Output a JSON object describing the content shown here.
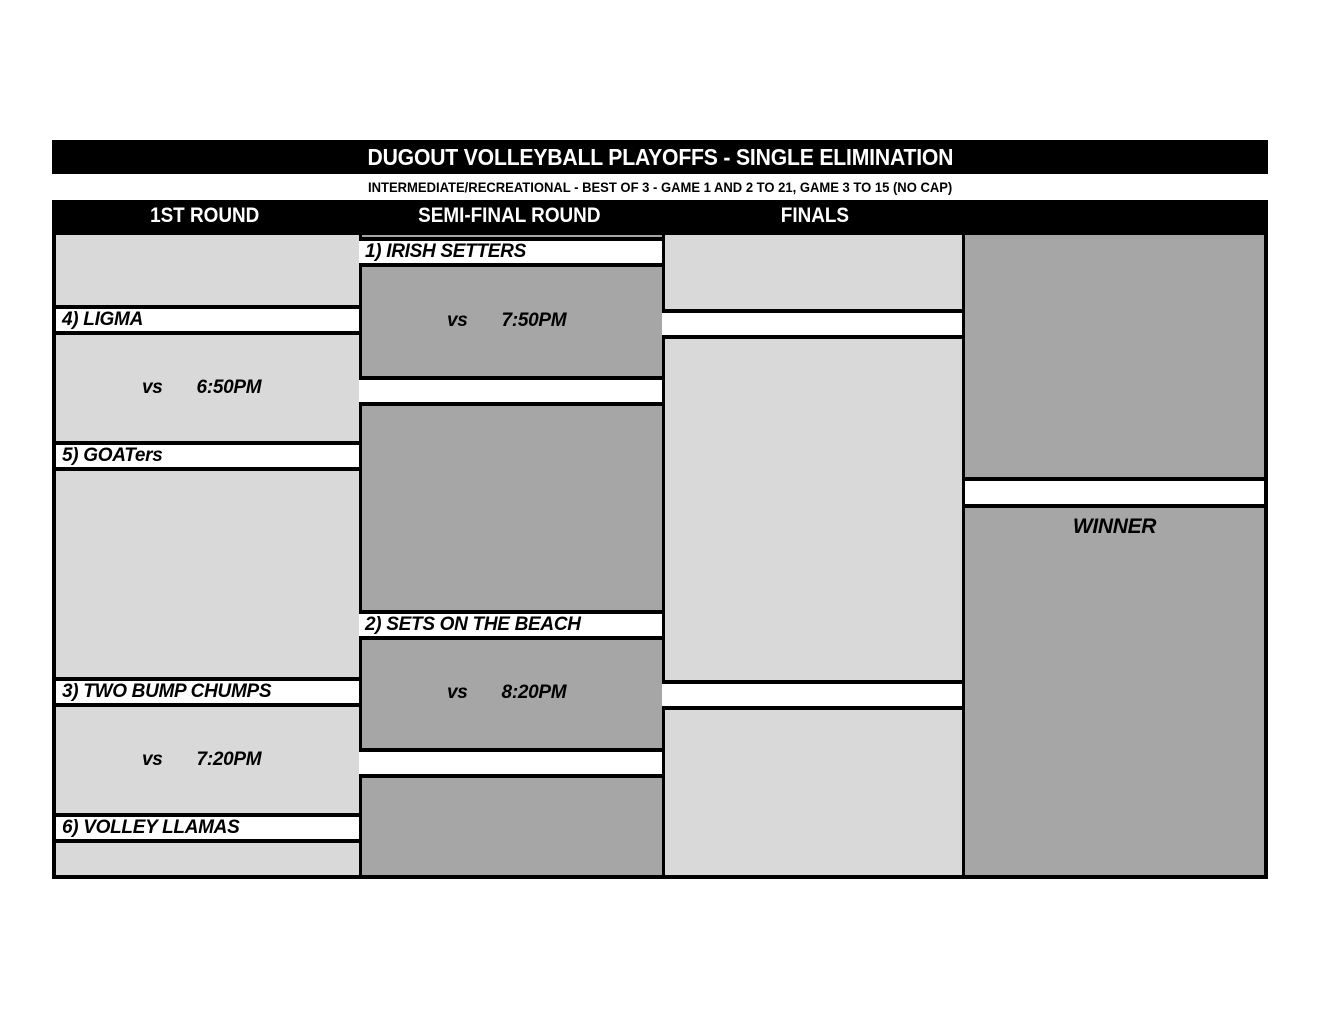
{
  "title": "DUGOUT VOLLEYBALL PLAYOFFS - SINGLE ELIMINATION",
  "subtitle": "INTERMEDIATE/RECREATIONAL - BEST OF 3 - GAME 1 AND 2 TO 21, GAME 3 TO 15 (NO CAP)",
  "colors": {
    "header_bg": "#000000",
    "header_text": "#ffffff",
    "column_light": "#d9d9d9",
    "column_dark": "#a6a6a6",
    "slot_bg": "#ffffff",
    "border": "#000000"
  },
  "headers": [
    {
      "label": "1ST ROUND"
    },
    {
      "label": "SEMI-FINAL ROUND"
    },
    {
      "label": "FINALS"
    }
  ],
  "rounds": {
    "first": {
      "name": "1ST ROUND",
      "matches": [
        {
          "top_team": "4) LIGMA",
          "bottom_team": "5) GOATers",
          "vs": "vs",
          "time": "6:50PM"
        },
        {
          "top_team": "3) TWO BUMP CHUMPS",
          "bottom_team": "6) VOLLEY LLAMAS",
          "vs": "vs",
          "time": "7:20PM"
        }
      ]
    },
    "semifinal": {
      "name": "SEMI-FINAL ROUND",
      "matches": [
        {
          "top_team": "1) IRISH SETTERS",
          "bottom_team": "",
          "vs": "vs",
          "time": "7:50PM"
        },
        {
          "top_team": "2) SETS ON THE BEACH",
          "bottom_team": "",
          "vs": "vs",
          "time": "8:20PM"
        }
      ]
    },
    "finals": {
      "name": "FINALS",
      "matches": [
        {
          "top_team": "",
          "bottom_team": "",
          "vs": "",
          "time": ""
        }
      ]
    },
    "champion": {
      "slot_team": "",
      "label": "WINNER"
    }
  }
}
